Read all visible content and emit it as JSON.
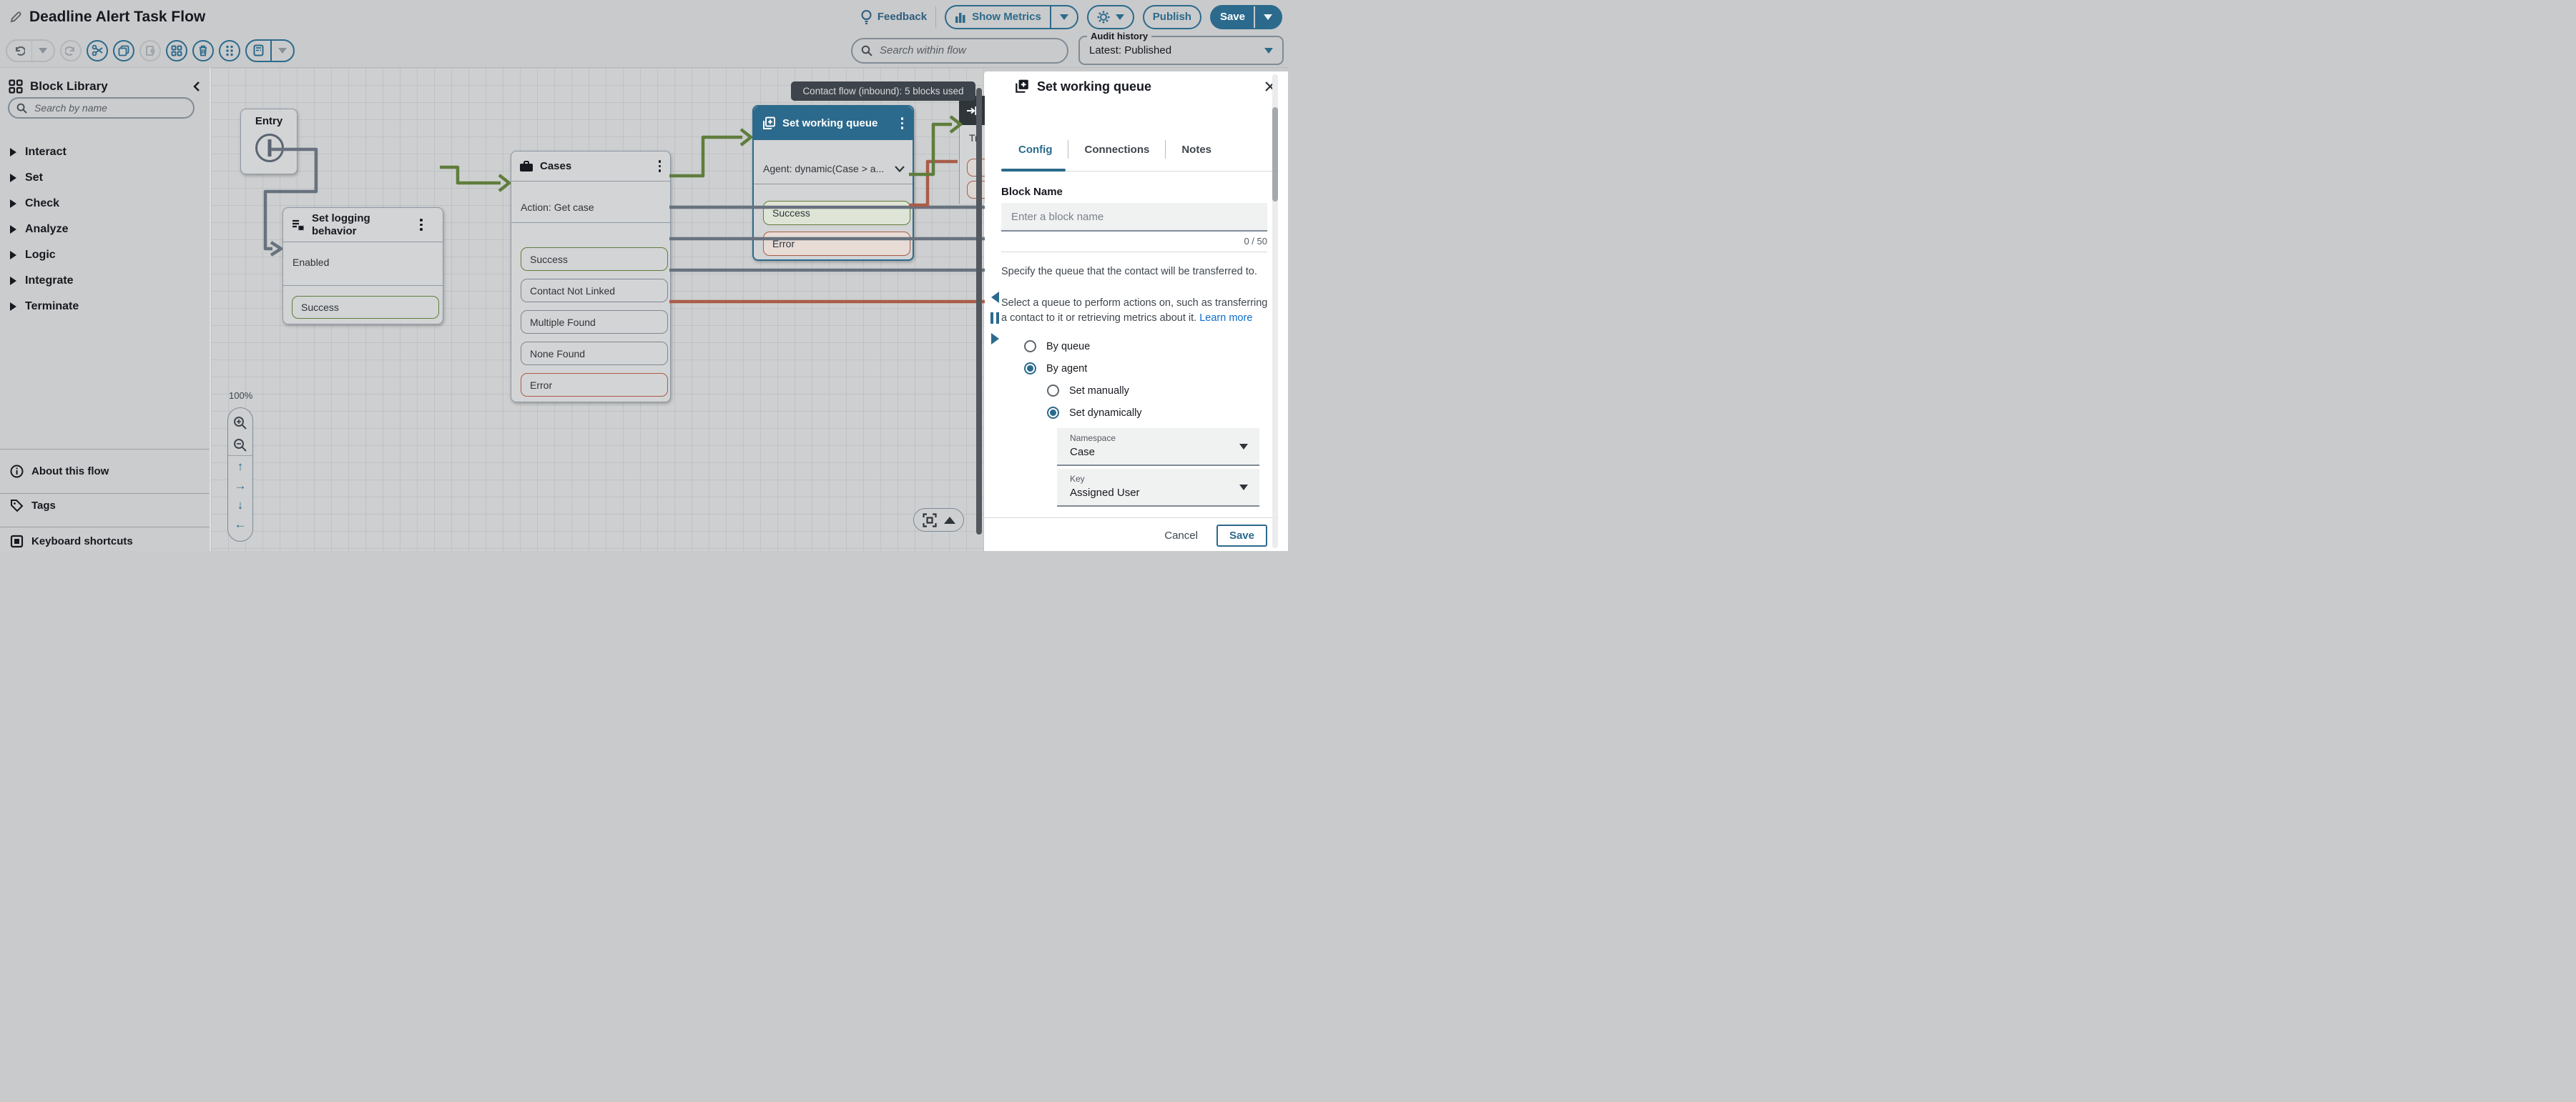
{
  "colors": {
    "accent": "#2b6a8c",
    "green": "#5f7d3c",
    "red": "#a95d48",
    "slate": "#68727e",
    "tooltip_bg": "#3e444c"
  },
  "header": {
    "title": "Deadline Alert Task Flow",
    "feedback_label": "Feedback",
    "show_metrics_label": "Show Metrics",
    "publish_label": "Publish",
    "save_label": "Save"
  },
  "toolbar": {
    "search_placeholder": "Search within flow",
    "audit_label": "Audit history",
    "audit_value": "Latest: Published"
  },
  "sidebar": {
    "title": "Block Library",
    "search_placeholder": "Search by name",
    "categories": [
      {
        "label": "Interact"
      },
      {
        "label": "Set"
      },
      {
        "label": "Check"
      },
      {
        "label": "Analyze"
      },
      {
        "label": "Logic"
      },
      {
        "label": "Integrate"
      },
      {
        "label": "Terminate"
      }
    ],
    "footer": [
      {
        "label": "About this flow"
      },
      {
        "label": "Tags"
      },
      {
        "label": "Keyboard shortcuts"
      }
    ]
  },
  "canvas": {
    "tooltip": "Contact flow (inbound): 5 blocks used",
    "zoom_level": "100%",
    "pan_icons": {
      "up": "↑",
      "right": "→",
      "down": "↓",
      "left": "←"
    },
    "entry": {
      "title": "Entry"
    },
    "set_logging": {
      "title": "Set logging behavior",
      "body": "Enabled",
      "ports": [
        {
          "label": "Success",
          "type": "success"
        }
      ]
    },
    "cases": {
      "title": "Cases",
      "body": "Action: Get case",
      "ports": [
        {
          "label": "Success",
          "type": "success"
        },
        {
          "label": "Contact Not Linked",
          "type": "neutral"
        },
        {
          "label": "Multiple Found",
          "type": "neutral"
        },
        {
          "label": "None Found",
          "type": "neutral"
        },
        {
          "label": "Error",
          "type": "error"
        }
      ]
    },
    "set_working_queue": {
      "title": "Set working queue",
      "body": "Agent: dynamic(Case > a...",
      "ports": [
        {
          "label": "Success",
          "type": "success"
        },
        {
          "label": "Error",
          "type": "error"
        }
      ]
    },
    "partial_block": {
      "body": "Tr"
    }
  },
  "panel": {
    "title": "Set working queue",
    "tabs": [
      {
        "label": "Config"
      },
      {
        "label": "Connections"
      },
      {
        "label": "Notes"
      }
    ],
    "block_name_label": "Block Name",
    "block_name_placeholder": "Enter a block name",
    "char_counter": "0 / 50",
    "desc1": "Specify the queue that the contact will be transferred to.",
    "desc2": "Select a queue to perform actions on, such as transferring a contact to it or retrieving metrics about it.",
    "learn_more": "Learn more",
    "options": [
      {
        "label": "By queue",
        "selected": false
      },
      {
        "label": "By agent",
        "selected": true
      },
      {
        "label": "Set manually",
        "selected": false
      },
      {
        "label": "Set dynamically",
        "selected": true
      }
    ],
    "namespace_label": "Namespace",
    "namespace_value": "Case",
    "key_label": "Key",
    "key_value": "Assigned User",
    "cancel_label": "Cancel",
    "save_label": "Save"
  }
}
